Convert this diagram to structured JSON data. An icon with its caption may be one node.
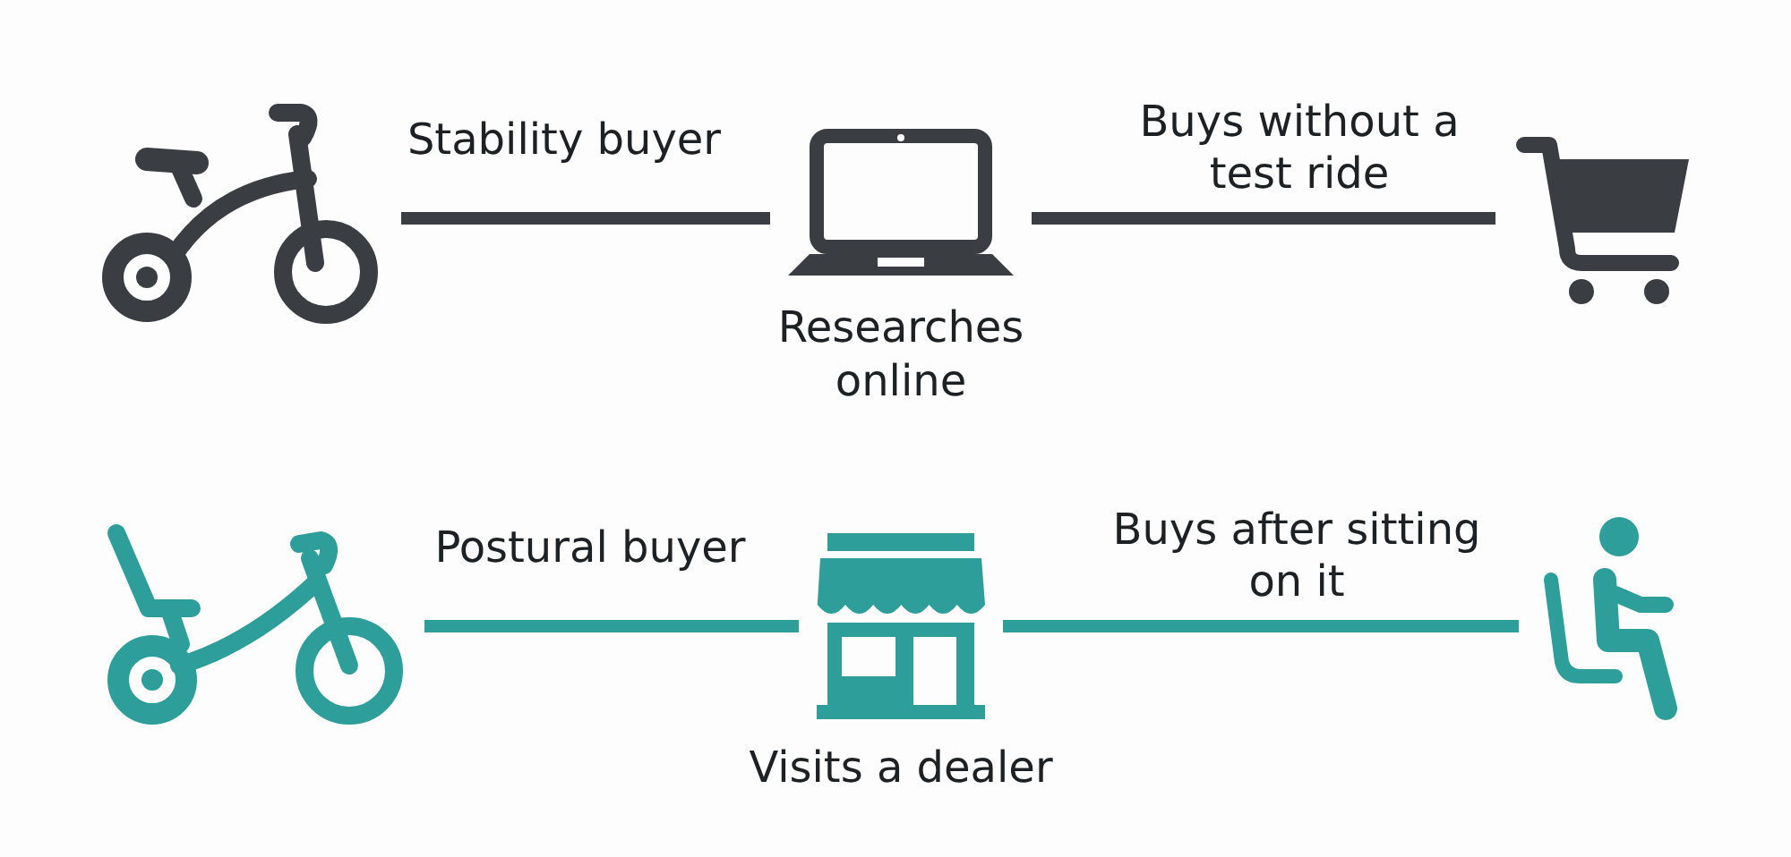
{
  "diagram": {
    "nodes": [
      {
        "text": [],
        "shape": "tricycle"
      },
      {
        "text": [
          "Researches online"
        ]
      },
      {
        "text": [],
        "shape": "cart"
      },
      {
        "text": [],
        "shape": "tricycle"
      },
      {
        "text": [
          "Visits a dealer"
        ]
      },
      {
        "text": [],
        "shape": "person"
      }
    ],
    "edges": [
      {
        "from": 0,
        "to": 1,
        "arrow": "none",
        "label": "Stability buyer"
      },
      {
        "from": 1,
        "to": 2,
        "arrow": "none",
        "label": "Buys without a test ride"
      },
      {
        "from": 3,
        "to": 4,
        "arrow": "none",
        "label": "Postural buyer",
        "color": "#2e9e9b"
      },
      {
        "from": 4,
        "to": 5,
        "arrow": "none",
        "label": "Buys after sitting on it",
        "color": "#2e9e9b"
      }
    ]
  }
}
